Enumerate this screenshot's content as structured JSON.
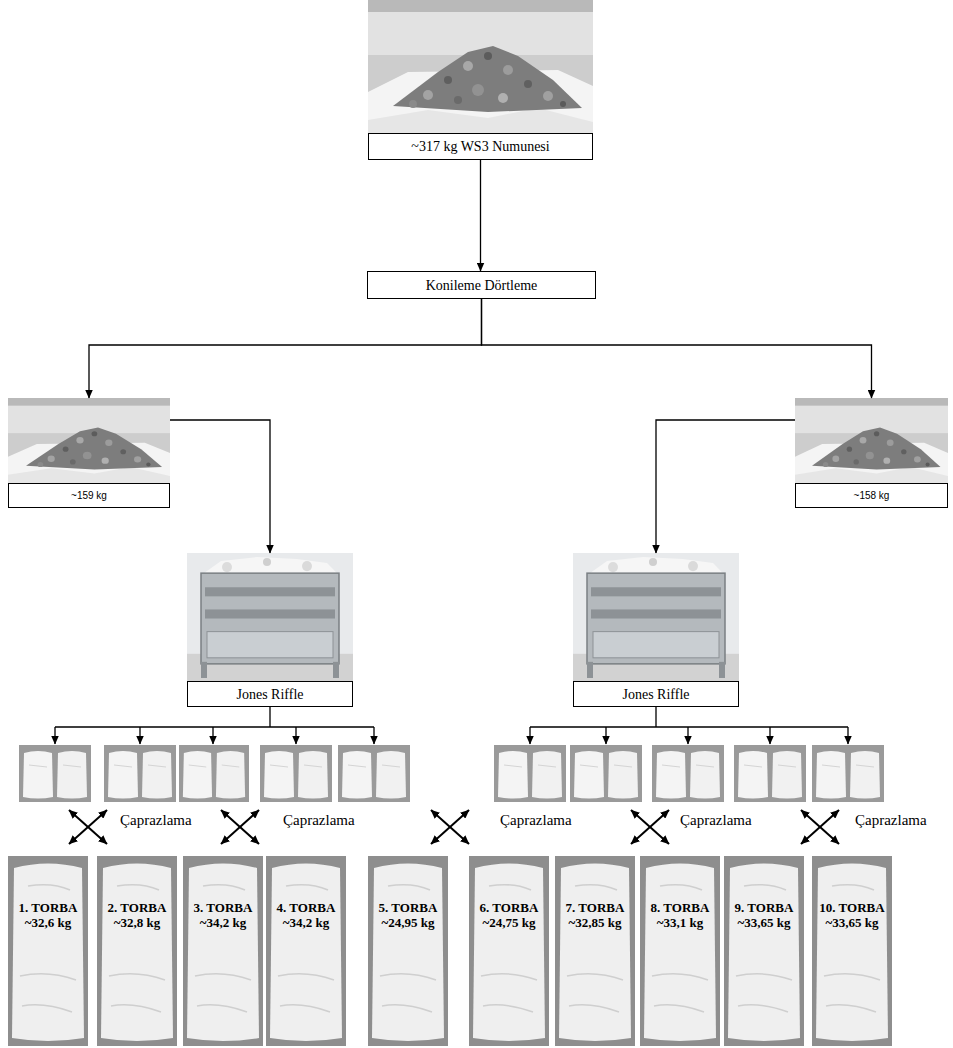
{
  "diagram": {
    "nodes": [
      {
        "text": [
          "~317 kg WS3 Numunesi"
        ]
      },
      {
        "text": [
          "Konileme Dörtleme"
        ]
      },
      {
        "text": [
          "~159 kg"
        ]
      },
      {
        "text": [
          "~158 kg"
        ]
      },
      {
        "text": [
          "Jones Riffle"
        ]
      },
      {
        "text": [
          "Jones Riffle"
        ]
      },
      {
        "text": [
          "1. TORBA ~32,6 kg"
        ]
      },
      {
        "text": [
          "2. TORBA ~32,8 kg"
        ]
      },
      {
        "text": [
          "3. TORBA ~34,2 kg"
        ]
      },
      {
        "text": [
          "4. TORBA ~34,2 kg"
        ]
      },
      {
        "text": [
          "5. TORBA ~24,95 kg"
        ]
      },
      {
        "text": [
          "6. TORBA ~24,75 kg"
        ]
      },
      {
        "text": [
          "7. TORBA ~32,85 kg"
        ]
      },
      {
        "text": [
          "8. TORBA ~33,1 kg"
        ]
      },
      {
        "text": [
          "9. TORBA ~33,65 kg"
        ]
      },
      {
        "text": [
          "10. TORBA ~33,65 kg"
        ]
      }
    ],
    "edges": [
      {
        "from": 0,
        "to": 1,
        "arrow": "to"
      },
      {
        "from": 1,
        "to": 2,
        "arrow": "to"
      },
      {
        "from": 1,
        "to": 3,
        "arrow": "to"
      },
      {
        "from": 2,
        "to": 4,
        "arrow": "to"
      },
      {
        "from": 3,
        "to": 5,
        "arrow": "to"
      }
    ],
    "labels": [
      "Çaprazlama",
      "Çaprazlama",
      "Çaprazlama",
      "Çaprazlama",
      "Çaprazlama"
    ]
  }
}
